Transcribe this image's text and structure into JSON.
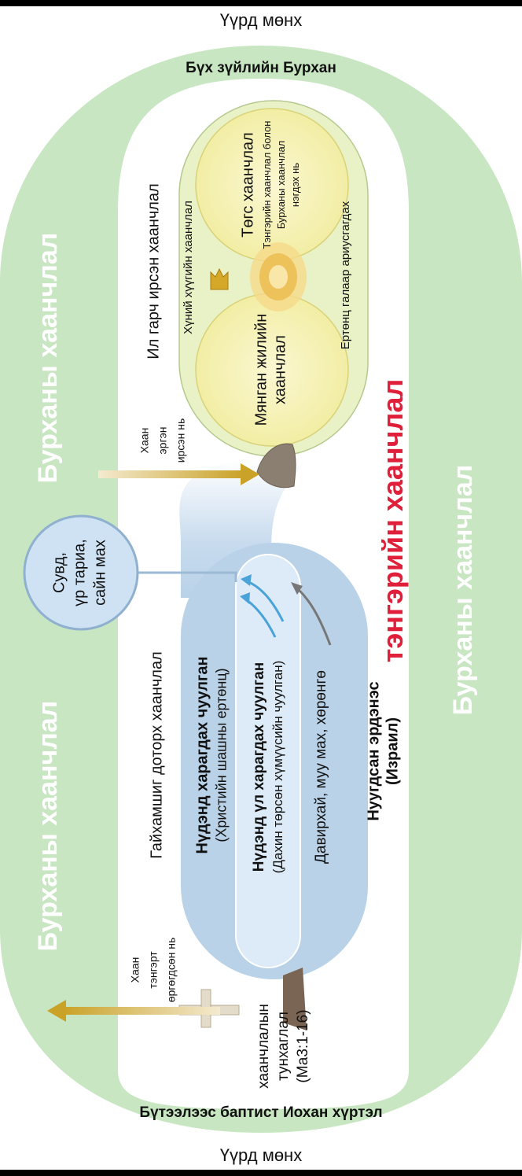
{
  "header": {
    "top": "Үүрд мөнх",
    "bottom": "Үүрд мөнх"
  },
  "outer": {
    "top_label": "Бүх зүйлийн Бурхан",
    "bottom_label": "Бүтээлээс баптист Иохан хүртэл",
    "left_label_1": "Бурханы хаанчлал",
    "left_label_2": "Бурханы хаанчлал",
    "right_label": "Бурханы хаанчлал"
  },
  "inner": {
    "heavenly_kingdom": "тэнгэрийн хаанчлал",
    "mystery_kingdom": "Гайхамшиг доторх хаанчлал",
    "revealed_kingdom": "Ил гарч ирсэн хаанчлал",
    "king_ascended_1": "Хаан",
    "king_ascended_2": "тэнгэрт",
    "king_ascended_3": "өргөгдсөн нь",
    "king_returned_1": "Хаан",
    "king_returned_2": "эргэн",
    "king_returned_3": "ирсэн нь",
    "covenant_1": "хаанчлалын",
    "covenant_2": "тунхаглал",
    "covenant_3": "(Ма3:1-16)",
    "israel_1": "Нуугдсан эрдэнэс",
    "israel_2": "(Израил)"
  },
  "church": {
    "visible_title": "Нүдэнд харагдах чуулган",
    "visible_sub": "(Христийн шашны ертөнц)",
    "invisible_title": "Нүдэнд үл харагдах чуулган",
    "invisible_sub": "(Дахин төрсөн хүмүүсийн чуулган)",
    "evil": "Давирхай, муу мах, хөрөнгө",
    "bubble_1": "Сувд,",
    "bubble_2": "үр тариа,",
    "bubble_3": "сайн мах"
  },
  "millennium": {
    "millennial_1": "Мянган жилийн",
    "millennial_2": "хаанчлал",
    "human_rule": "Хүний хүүгийн хаанчлал",
    "perfect_title": "Төгс хаанчлал",
    "perfect_1": "Тэнгэрийн хаанчлал болон",
    "perfect_2": "Бурханы хаанчлал",
    "perfect_3": "нэгдэх нь",
    "purified": "Ертөнц галаар ариусгагдах"
  },
  "colors": {
    "outer_band": "#c7e6c1",
    "inner_capsule": "#e9f2c6",
    "church_blue": "#b9d2e8",
    "bubble": "#cfe2f3",
    "arrow_gold": "#c9a227",
    "accent_red": "#e0203a"
  }
}
